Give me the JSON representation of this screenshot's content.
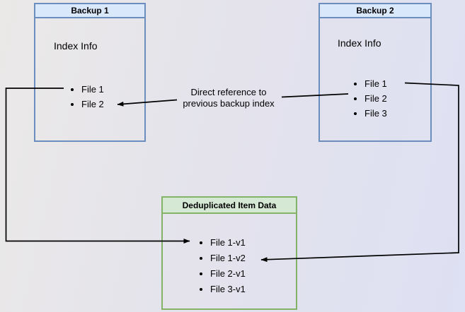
{
  "backup1": {
    "title": "Backup 1",
    "subtitle": "Index Info",
    "items": [
      "File 1",
      "File 2"
    ]
  },
  "backup2": {
    "title": "Backup 2",
    "subtitle": "Index Info",
    "items": [
      "File 1",
      "File 2",
      "File 3"
    ]
  },
  "dedup": {
    "title": "Deduplicated Item Data",
    "items": [
      "File 1-v1",
      "File 1-v2",
      "File 2-v1",
      "File 3-v1"
    ]
  },
  "edge_label": {
    "line1": "Direct reference to",
    "line2": "previous backup index"
  },
  "colors": {
    "blue_fill": "#dae8fc",
    "blue_border": "#6c8ebf",
    "green_fill": "#d5e8d4",
    "green_border": "#82b366",
    "arrow": "#000000"
  }
}
